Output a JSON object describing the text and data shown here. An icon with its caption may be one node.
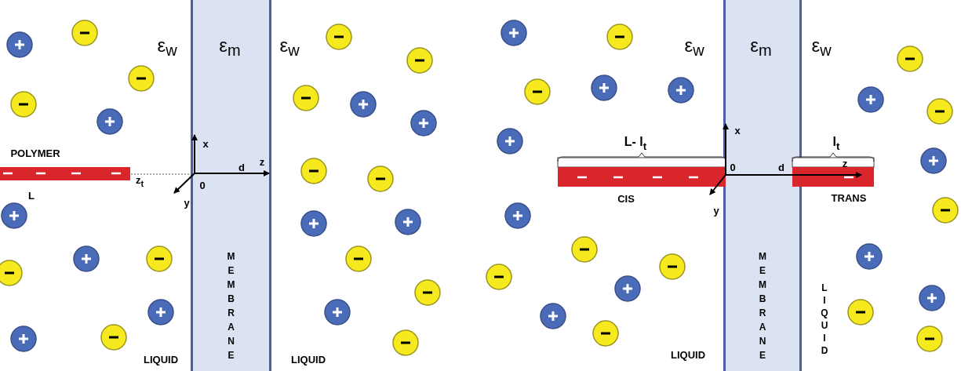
{
  "diagram": {
    "nodes": [
      {
        "text": [
          "MEMBRANE"
        ]
      },
      {
        "text": [
          "MEMBRANE"
        ]
      }
    ],
    "labels": [
      "ε$_{w}$",
      "ε$_{m}$",
      "ε$_{w}$",
      "POLYMER",
      "x",
      "z",
      "d",
      "L",
      "z$_{t}$",
      "0",
      "y",
      "LIQUID",
      "LIQUID",
      "ε$_{w}$",
      "ε$_{m}$",
      "ε$_{w}$",
      "L- l$_{t}$",
      "l$_{t}$",
      "x",
      "0",
      "d",
      "z",
      "CIS",
      "y",
      "TRANS",
      "LIQUID",
      "LIQUID"
    ]
  }
}
